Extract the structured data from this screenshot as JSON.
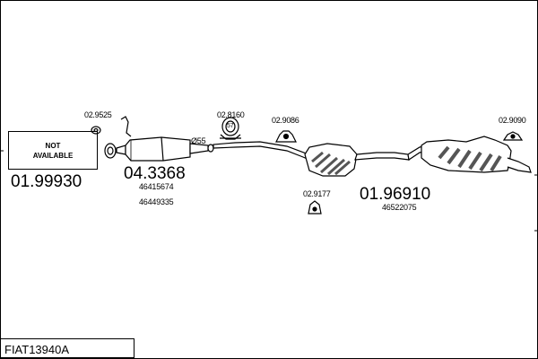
{
  "diagram": {
    "not_available_line1": "NOT",
    "not_available_line2": "AVAILABLE",
    "front_code": "01.99930",
    "cat_code": "04.3368",
    "cat_part_1": "46415674",
    "cat_part_2": "46449335",
    "bracket_code": "02.9525",
    "clamp_code": "02.8160",
    "clamp_size": "57",
    "hanger_code_1": "02.9086",
    "hanger_code_2": "02.9177",
    "hanger_code_3": "02.9090",
    "pipe_diameter": "Ø55",
    "rear_code": "01.96910",
    "rear_part": "46522075",
    "footer_label": "FIAT13940A"
  }
}
